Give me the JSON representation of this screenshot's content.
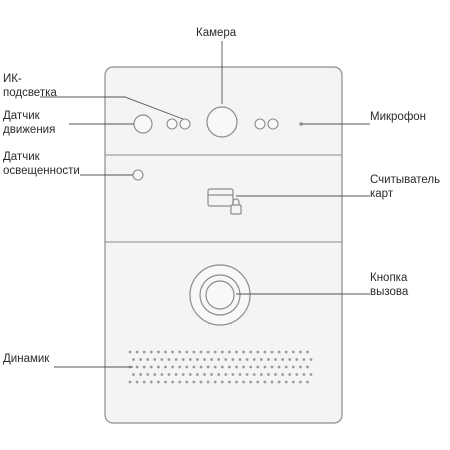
{
  "labels": {
    "camera": "Камера",
    "ir_1": "ИК-",
    "ir_2": "подсветка",
    "motion_1": "Датчик",
    "motion_2": "движения",
    "light_1": "Датчик",
    "light_2": "освещенности",
    "mic": "Микрофон",
    "reader_1": "Считыватель",
    "reader_2": "карт",
    "button_1": "Кнопка",
    "button_2": "вызова",
    "speaker": "Динамик"
  },
  "colors": {
    "panel_fill": "#f4f4f4",
    "outline": "#8c8c8c",
    "leader_line": "#555555",
    "text": "#2a2a2a"
  }
}
